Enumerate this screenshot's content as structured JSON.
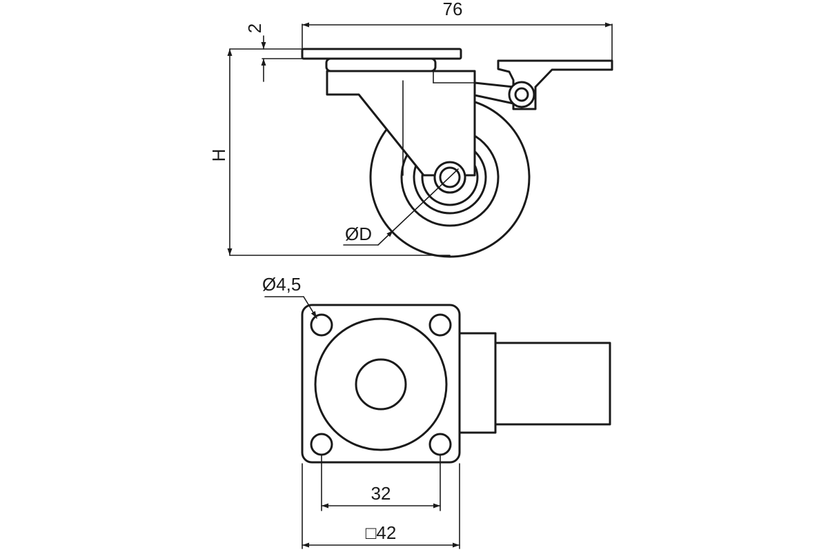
{
  "dimensions": {
    "top_width": "76",
    "plate_thickness": "2",
    "height": "H",
    "wheel_diameter": "ØD",
    "hole_diameter": "Ø4,5",
    "hole_spacing": "32",
    "plate_size": "□42"
  }
}
